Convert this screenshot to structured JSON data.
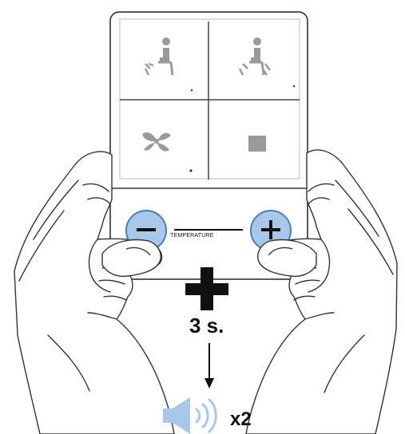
{
  "panel": {
    "buttons": [
      {
        "name": "rear-wash",
        "icon": "seated-person-rear-wash-icon"
      },
      {
        "name": "front-wash",
        "icon": "seated-person-front-wash-icon"
      },
      {
        "name": "dryer",
        "icon": "fan-icon"
      },
      {
        "name": "stop",
        "icon": "stop-square-icon"
      }
    ],
    "temperature_label": "TEMPERATURE",
    "minus_icon": "minus-icon",
    "plus_icon": "plus-icon"
  },
  "instruction": {
    "combine_icon": "plus-icon",
    "duration": "3 s.",
    "arrow_icon": "arrow-down-icon",
    "sound_icon": "speaker-sound-icon",
    "repeat": "x2"
  },
  "colors": {
    "accent": "#a7c8e8",
    "accent_stroke": "#4a7eb5",
    "icon_gray": "#9a9a9a",
    "outline": "#222222"
  }
}
